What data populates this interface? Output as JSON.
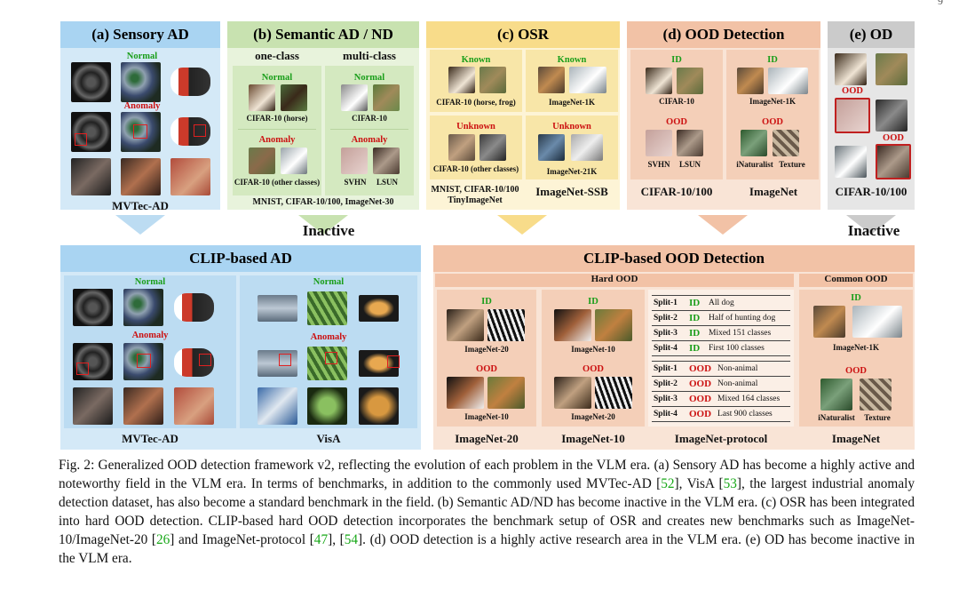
{
  "page_corner": "9",
  "top_headers": {
    "a": "(a) Sensory AD",
    "b": "(b) Semantic AD / ND",
    "c": "(c) OSR",
    "d": "(d) OOD Detection",
    "e": "(e) OD"
  },
  "sensory": {
    "normal": "Normal",
    "anomaly": "Anomaly",
    "bench": "MVTec-AD"
  },
  "semantic": {
    "one_class": "one-class",
    "multi_class": "multi-class",
    "normal": "Normal",
    "anomaly": "Anomaly",
    "lbl_one_normal": "CIFAR-10 (horse)",
    "lbl_multi_normal": "CIFAR-10",
    "lbl_one_anomaly": "CIFAR-10 (other classes)",
    "lbl_svhn": "SVHN",
    "lbl_lsun": "LSUN",
    "bench": "MNIST, CIFAR-10/100, ImageNet-30",
    "inactive": "Inactive"
  },
  "osr": {
    "known": "Known",
    "unknown": "Unknown",
    "lbl_left_known": "CIFAR-10 (horse, frog)",
    "lbl_right_known": "ImageNet-1K",
    "lbl_left_unknown": "CIFAR-10 (other classes)",
    "lbl_right_unknown": "ImageNet-21K",
    "bench_left_1": "MNIST, CIFAR-10/100",
    "bench_left_2": "TinyImageNet",
    "bench_right": "ImageNet-SSB"
  },
  "ood": {
    "id": "ID",
    "ood": "OOD",
    "lbl_left_id": "CIFAR-10",
    "lbl_right_id": "ImageNet-1K",
    "lbl_svhn": "SVHN",
    "lbl_lsun": "LSUN",
    "lbl_inat": "iNaturalist",
    "lbl_texture": "Texture",
    "bench_left": "CIFAR-10/100",
    "bench_right": "ImageNet"
  },
  "od": {
    "ood": "OOD",
    "bench": "CIFAR-10/100",
    "inactive": "Inactive"
  },
  "clip_ad": {
    "title": "CLIP-based AD",
    "normal": "Normal",
    "anomaly": "Anomaly",
    "bench_left": "MVTec-AD",
    "bench_right": "VisA"
  },
  "clip_ood": {
    "title": "CLIP-based OOD Detection",
    "hard": "Hard OOD",
    "common": "Common OOD",
    "id": "ID",
    "ood": "OOD",
    "lbl_in20_top": "ImageNet-20",
    "lbl_in10_top": "ImageNet-10",
    "lbl_in10_bot": "ImageNet-10",
    "lbl_in20_bot": "ImageNet-20",
    "lbl_common_id": "ImageNet-1K",
    "lbl_inat": "iNaturalist",
    "lbl_texture": "Texture",
    "bench_in20": "ImageNet-20",
    "bench_in10": "ImageNet-10",
    "bench_protocol": "ImageNet-protocol",
    "bench_common": "ImageNet",
    "id_splits": [
      {
        "split": "Split-1",
        "tag": "ID",
        "desc": "All dog"
      },
      {
        "split": "Split-2",
        "tag": "ID",
        "desc": "Half of hunting dog"
      },
      {
        "split": "Split-3",
        "tag": "ID",
        "desc": "Mixed 151 classes"
      },
      {
        "split": "Split-4",
        "tag": "ID",
        "desc": "First 100 classes"
      }
    ],
    "ood_splits": [
      {
        "split": "Split-1",
        "tag": "OOD",
        "desc": "Non-animal"
      },
      {
        "split": "Split-2",
        "tag": "OOD",
        "desc": "Non-animal"
      },
      {
        "split": "Split-3",
        "tag": "OOD",
        "desc": "Mixed 164 classes"
      },
      {
        "split": "Split-4",
        "tag": "OOD",
        "desc": "Last 900 classes"
      }
    ]
  },
  "caption": {
    "p1": "Fig. 2: Generalized OOD detection framework v2, reflecting the evolution of each problem in the VLM era. (a) Sensory AD has become a highly active and noteworthy field in the VLM era. In terms of benchmarks, in addition to the commonly used MVTec-AD [",
    "r1": "52",
    "p2": "], VisA [",
    "r2": "53",
    "p3": "], the largest industrial anomaly detection dataset, has also become a standard benchmark in the field. (b) Semantic AD/ND has become inactive in the VLM era. (c) OSR has been integrated into hard OOD detection. CLIP-based hard OOD detection incorporates the benchmark setup of OSR and creates new benchmarks such as ImageNet-10/ImageNet-20 [",
    "r3": "26",
    "p4": "] and ImageNet-protocol [",
    "r4": "47",
    "p5": "], [",
    "r5": "54",
    "p6": "]. (d) OOD detection is a highly active research area in the VLM era. (e) OD has become inactive in the VLM era."
  },
  "colors": {
    "blue": "#c9e3f6",
    "blue_hdr": "#a9d4f2",
    "green": "#e0efd2",
    "green_hdr": "#c8e2b0",
    "yellow": "#fbeec2",
    "yellow_hdr": "#f8dc8a",
    "peach": "#f7dccc",
    "peach_hdr": "#f2c2a6",
    "gray": "#e2e2e2",
    "gray_hdr": "#cbcbcb",
    "id_green": "#1a9e1a",
    "ood_red": "#cc1111"
  }
}
